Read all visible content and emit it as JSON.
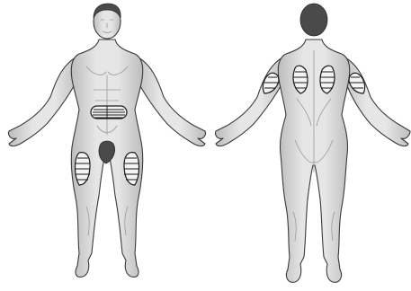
{
  "figure": {
    "views": [
      "front",
      "back"
    ],
    "zones": {
      "front": [
        "abdomen",
        "left-thigh",
        "right-thigh"
      ],
      "back": [
        "left-upper-arm",
        "right-upper-arm",
        "left-upper-back",
        "right-upper-back"
      ]
    },
    "colors": {
      "skin": "#d9d9d9",
      "outline": "#3a3a3a",
      "zone": "#f4f4f4",
      "hatch": "#1a1a1a",
      "hair": "#444444"
    }
  }
}
